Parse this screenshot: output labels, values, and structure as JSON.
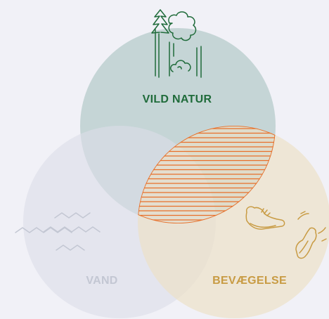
{
  "diagram": {
    "type": "venn",
    "circles": [
      {
        "id": "vild-natur",
        "label": "VILD NATUR",
        "icon": "forest-icon",
        "fill": "#bdd0d0",
        "label_color": "#1f6b3a"
      },
      {
        "id": "vand",
        "label": "VAND",
        "icon": "waves-icon",
        "fill": "#dcdde8",
        "label_color": "#c3c7d3"
      },
      {
        "id": "bevaegelse",
        "label": "BEVÆGELSE",
        "icon": "sneakers-icon",
        "fill": "#ede0c4",
        "label_color": "#c89b43"
      }
    ],
    "intersection": {
      "style": "hatched",
      "color": "#e8702a"
    },
    "background": "#f1f1f7"
  }
}
